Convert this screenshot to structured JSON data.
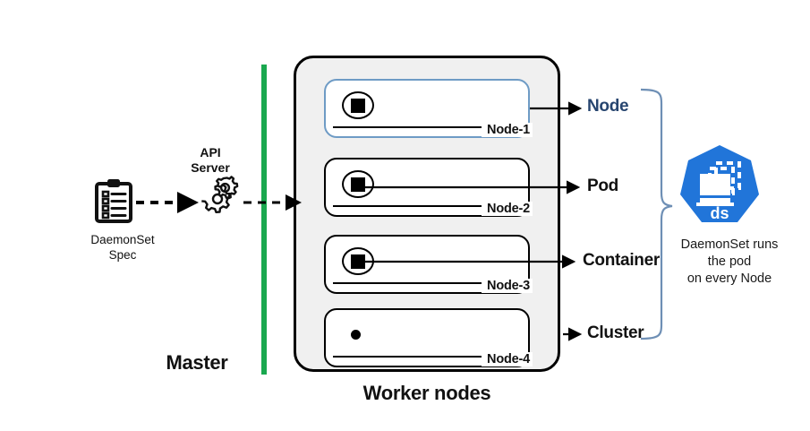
{
  "diagram": {
    "title_master": "Master",
    "title_worker": "Worker nodes",
    "spec": {
      "label_line1": "DaemonSet",
      "label_line2": "Spec",
      "icon": "clipboard-icon"
    },
    "api_server": {
      "label_line1": "API",
      "label_line2": "Server",
      "icon": "gears-icon"
    },
    "divider_color": "#1aa84f",
    "nodes": [
      {
        "name": "Node-1",
        "highlighted": true,
        "has_pod": true,
        "has_container": true,
        "connector": "from-box-edge"
      },
      {
        "name": "Node-2",
        "highlighted": false,
        "has_pod": true,
        "has_container": true,
        "connector": "from-pod"
      },
      {
        "name": "Node-3",
        "highlighted": false,
        "has_pod": true,
        "has_container": true,
        "connector": "from-pod"
      },
      {
        "name": "Node-4",
        "highlighted": false,
        "has_pod": false,
        "has_container": false,
        "connector": "from-box-edge-short"
      }
    ],
    "legend": [
      {
        "label": "Node",
        "color": "#27456f"
      },
      {
        "label": "Pod",
        "color": "#111111"
      },
      {
        "label": "Container",
        "color": "#111111"
      },
      {
        "label": "Cluster",
        "color": "#111111"
      }
    ],
    "brace_color": "#6e8fb5",
    "highlight_color": "#6e9bc5",
    "k8s": {
      "icon_name": "kubernetes-daemonset-icon",
      "icon_text": "ds",
      "icon_color": "#2175d9",
      "caption_line1": "DaemonSet runs",
      "caption_line2": "the pod",
      "caption_line3": "on every Node"
    }
  }
}
